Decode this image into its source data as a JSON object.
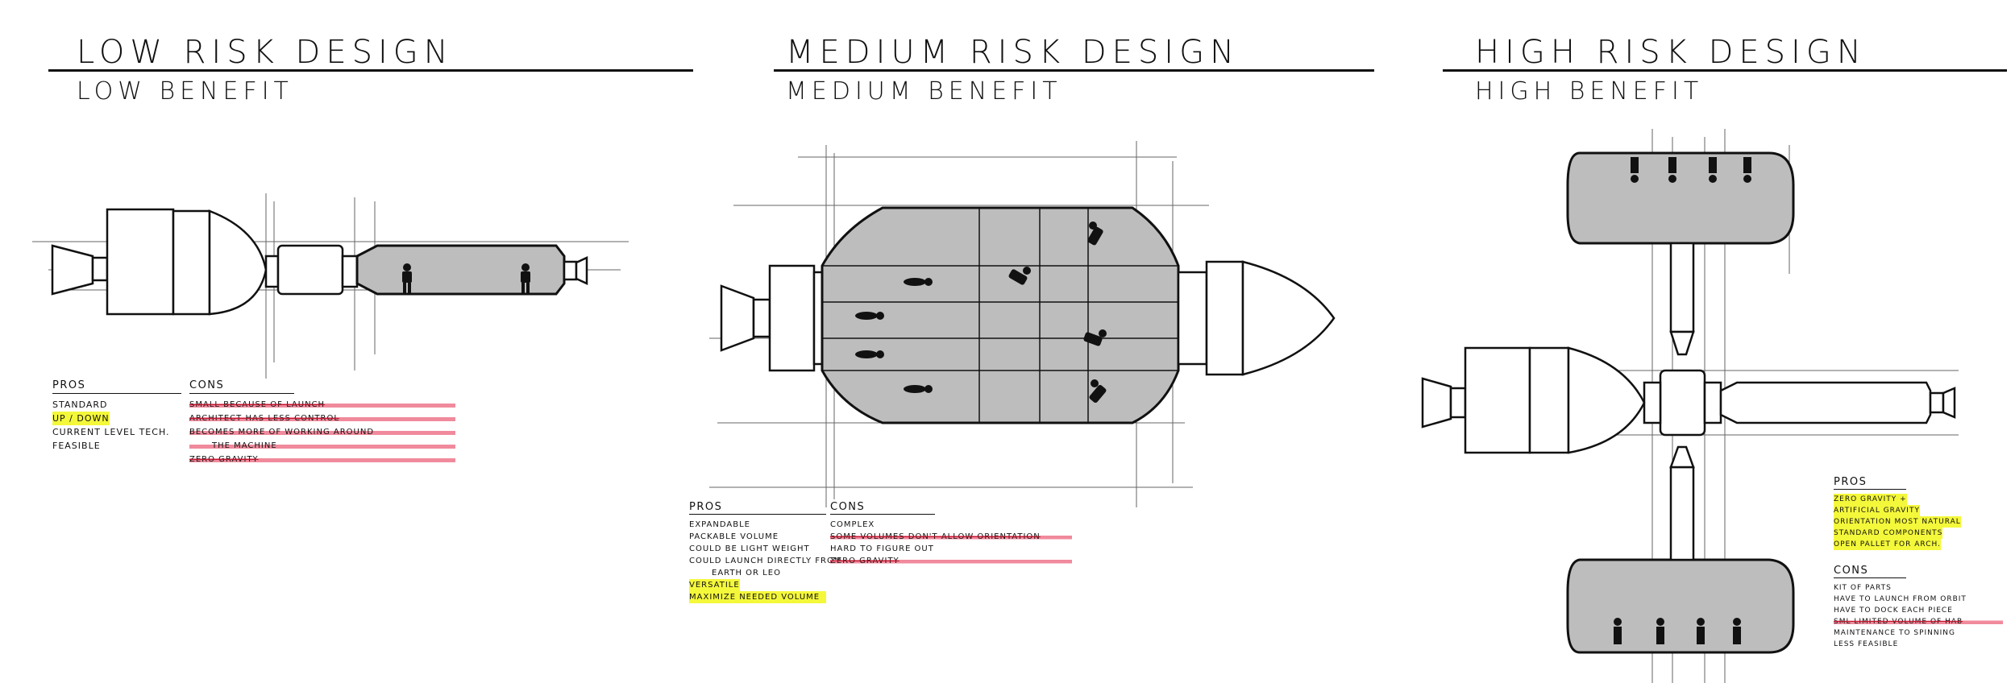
{
  "panels": [
    {
      "title": "LOW RISK DESIGN",
      "subtitle": "LOW BENEFIT",
      "pros_heading": "PROS",
      "pros": [
        "STANDARD",
        "UP / DOWN",
        "CURRENT LEVEL TECH.",
        "FEASIBLE"
      ],
      "cons_heading": "CONS",
      "cons": [
        "SMALL BECAUSE OF LAUNCH",
        "ARCHITECT HAS LESS CONTROL",
        "BECOMES MORE OF WORKING AROUND",
        "THE MACHINE",
        "ZERO GRAVITY"
      ]
    },
    {
      "title": "MEDIUM RISK DESIGN",
      "subtitle": "MEDIUM BENEFIT",
      "pros_heading": "PROS",
      "pros": [
        "EXPANDABLE",
        "PACKABLE VOLUME",
        "COULD BE LIGHT WEIGHT",
        "COULD LAUNCH DIRECTLY FROM",
        "EARTH OR LEO",
        "VERSATILE",
        "MAXIMIZE NEEDED VOLUME"
      ],
      "cons_heading": "CONS",
      "cons": [
        "COMPLEX",
        "SOME VOLUMES DON'T ALLOW ORIENTATION",
        "HARD TO FIGURE OUT",
        "ZERO GRAVITY"
      ]
    },
    {
      "title": "HIGH RISK DESIGN",
      "subtitle": "HIGH BENEFIT",
      "pros_heading": "PROS",
      "pros": [
        "ZERO GRAVITY +",
        "ARTIFICIAL GRAVITY",
        "ORIENTATION MOST NATURAL",
        "STANDARD COMPONENTS",
        "OPEN PALLET FOR ARCH."
      ],
      "cons_heading": "CONS",
      "cons": [
        "KIT OF PARTS",
        "HAVE TO LAUNCH FROM ORBIT",
        "HAVE TO DOCK EACH PIECE",
        "SML LIMITED VOLUME OF HAB",
        "MAINTENANCE TO SPINNING",
        "LESS FEASIBLE"
      ]
    }
  ]
}
